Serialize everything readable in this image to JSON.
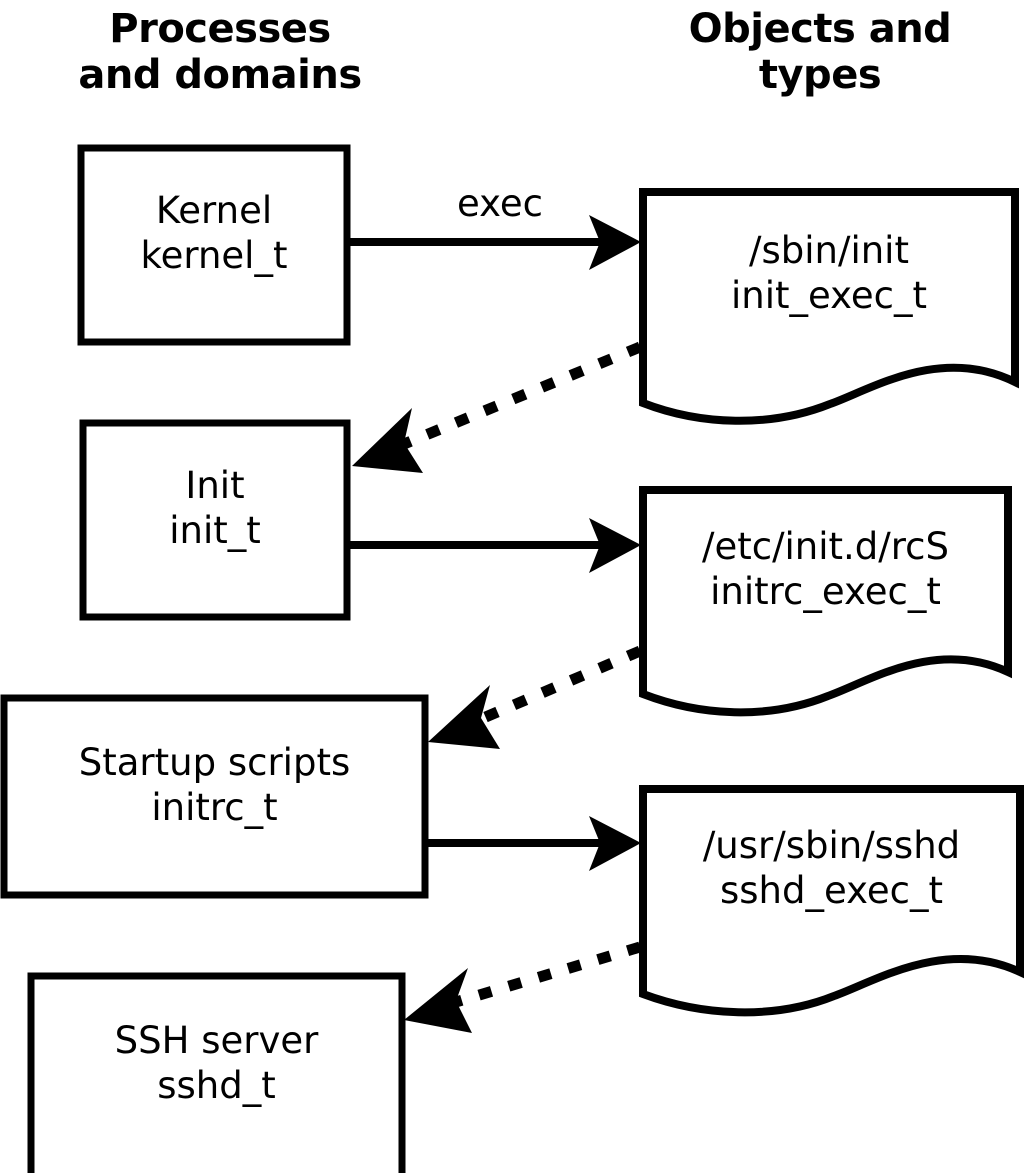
{
  "diagram": {
    "title_left": "Processes\nand domains",
    "title_right": "Objects and\ntypes",
    "background_color": "#ffffff",
    "stroke_color": "#000000",
    "process_nodes": [
      {
        "id": "kernel",
        "line1": "Kernel",
        "line2": "kernel_t"
      },
      {
        "id": "init",
        "line1": "Init",
        "line2": "init_t"
      },
      {
        "id": "initrc",
        "line1": "Startup scripts",
        "line2": "initrc_t"
      },
      {
        "id": "sshd",
        "line1": "SSH server",
        "line2": "sshd_t"
      }
    ],
    "object_nodes": [
      {
        "id": "init_exec",
        "line1": "/sbin/init",
        "line2": "init_exec_t"
      },
      {
        "id": "initrc_exec",
        "line1": "/etc/init.d/rcS",
        "line2": "initrc_exec_t"
      },
      {
        "id": "sshd_exec",
        "line1": "/usr/sbin/sshd",
        "line2": "sshd_exec_t"
      }
    ],
    "edges": [
      {
        "id": "kernel-exec-init_exec",
        "label": "exec",
        "style": "solid",
        "from": "kernel",
        "to": "init_exec"
      },
      {
        "id": "init_exec-transition-init",
        "label": "",
        "style": "dotted",
        "from": "init_exec",
        "to": "init"
      },
      {
        "id": "init-exec-initrc_exec",
        "label": "",
        "style": "solid",
        "from": "init",
        "to": "initrc_exec"
      },
      {
        "id": "initrc_exec-transition",
        "label": "",
        "style": "dotted",
        "from": "initrc_exec",
        "to": "initrc"
      },
      {
        "id": "initrc-exec-sshd_exec",
        "label": "",
        "style": "solid",
        "from": "initrc",
        "to": "sshd_exec"
      },
      {
        "id": "sshd_exec-transition-sshd",
        "label": "",
        "style": "dotted",
        "from": "sshd_exec",
        "to": "sshd"
      }
    ]
  }
}
